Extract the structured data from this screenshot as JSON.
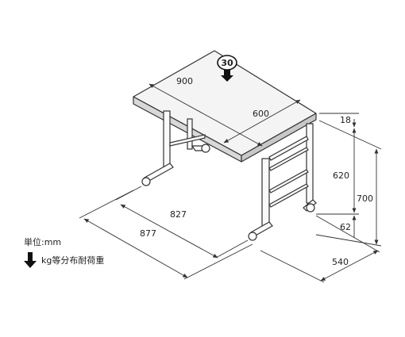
{
  "dimensions": {
    "top_width": "900",
    "top_depth": "600",
    "top_thickness": "18",
    "leg_height_to_frame": "620",
    "total_height": "700",
    "caster_height": "62",
    "inner_width": "827",
    "outer_width": "877",
    "base_depth": "540"
  },
  "load_badge": "30",
  "legend": {
    "unit": "単位:mm",
    "load_note": "kg等分布耐荷重"
  },
  "colors": {
    "line": "#333333",
    "surface": "#f2f2f2",
    "shadow": "#cfcfcf",
    "arrow": "#111111"
  }
}
